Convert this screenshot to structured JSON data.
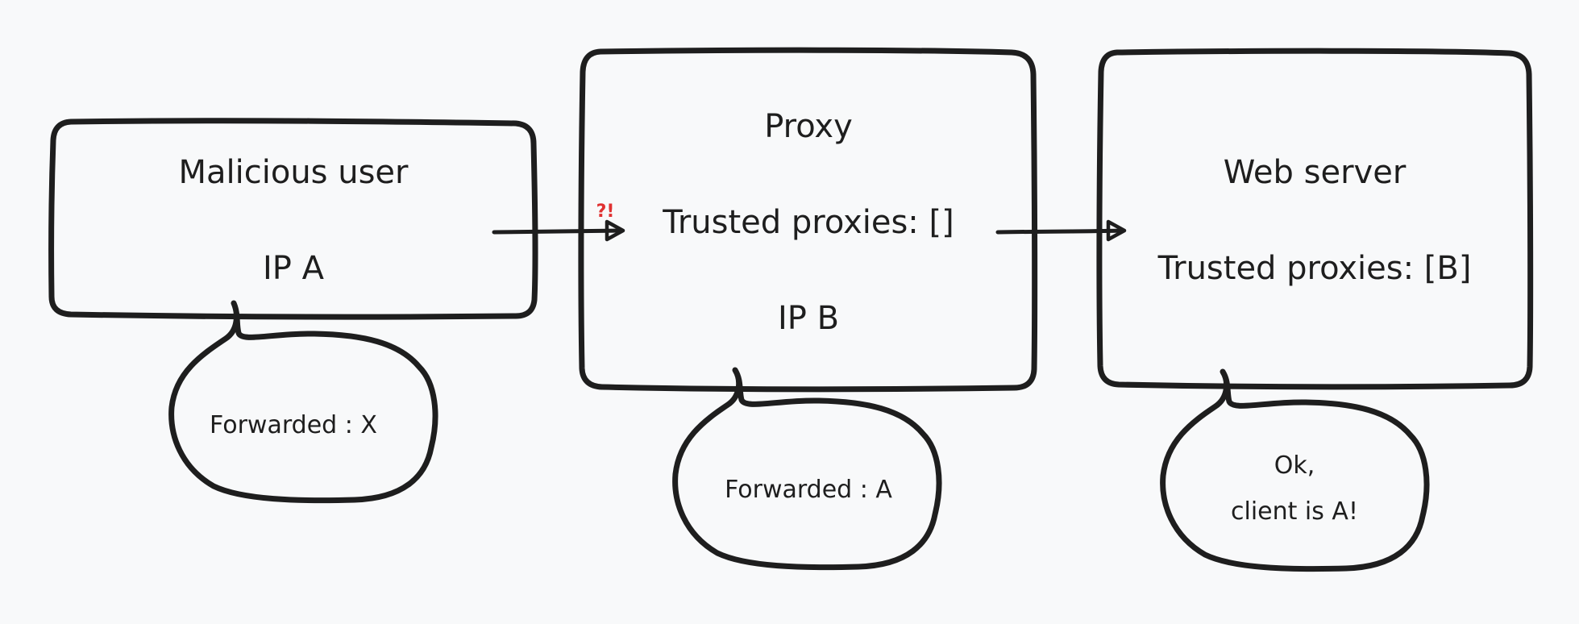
{
  "nodes": {
    "malicious_user": {
      "title": "Malicious user",
      "ip": "IP A",
      "bubble": "Forwarded : X"
    },
    "proxy": {
      "title": "Proxy",
      "trusted": "Trusted proxies: []",
      "ip": "IP B",
      "bubble": "Forwarded : A",
      "alert": "?!"
    },
    "web_server": {
      "title": "Web server",
      "trusted": "Trusted proxies: [B]",
      "bubble_line1": "Ok,",
      "bubble_line2": "client is A!"
    }
  }
}
